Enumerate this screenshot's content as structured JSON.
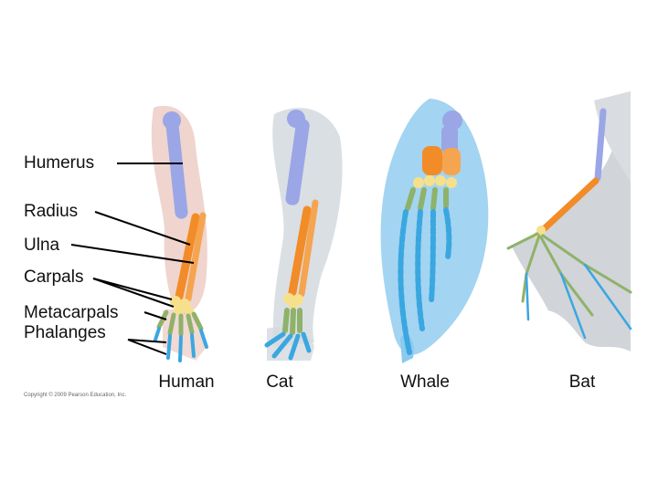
{
  "labels": {
    "humerus": "Humerus",
    "radius": "Radius",
    "ulna": "Ulna",
    "carpals": "Carpals",
    "metacarpals_phalanges": "Metacarpals\nPhalanges"
  },
  "captions": {
    "human": "Human",
    "cat": "Cat",
    "whale": "Whale",
    "bat": "Bat"
  },
  "copyright": "Copyright © 2009 Pearson Education, Inc.",
  "colors": {
    "humerus": "#9aa6e6",
    "radius_ulna": "#f28c28",
    "carpals": "#f7e08c",
    "metacarpals": "#8fb26a",
    "phalanges": "#3aa7e0",
    "skin_human": "#ecc9c2",
    "skin_cat": "#d4d9de",
    "skin_whale": "#8cc9ee",
    "skin_bat": "#c9cdd2"
  }
}
